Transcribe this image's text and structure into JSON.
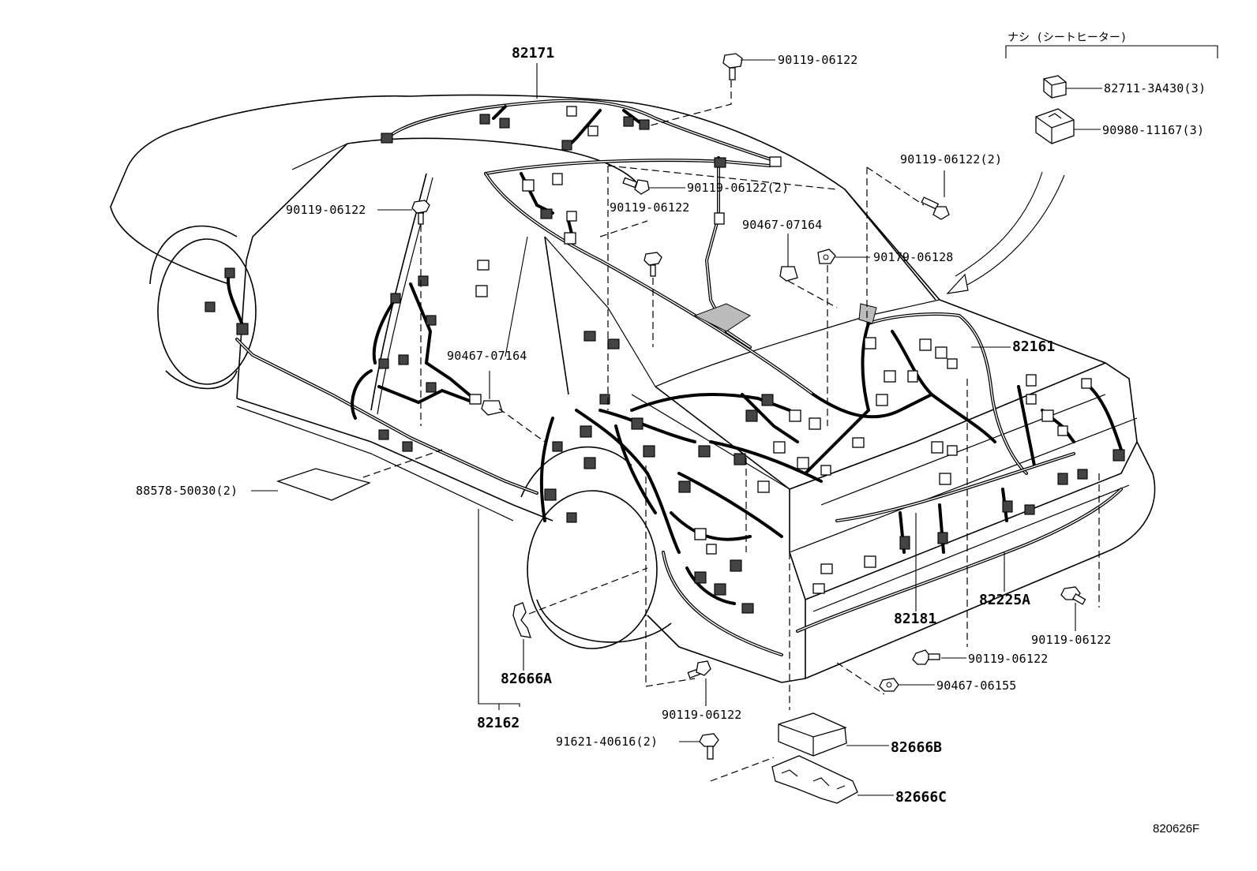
{
  "diagram": {
    "main_parts": {
      "p82171": "82171",
      "p82161": "82161",
      "p82162": "82162",
      "p82181": "82181",
      "p82225A": "82225A",
      "p82666A": "82666A",
      "p82666B": "82666B",
      "p82666C": "82666C"
    },
    "fasteners": {
      "top_bolt": "90119-06122",
      "roof_bolt_2": "90119-06122(2)",
      "pillar_bolt": "90119-06122",
      "center_bolt": "90119-06122",
      "right_bolt_2": "90119-06122(2)",
      "clip_upper": "90467-07164",
      "clip_lower": "90467-07164",
      "nut_right": "90179-06128",
      "bottom_center_bolt": "90119-06122",
      "rear_bolt_mid": "90119-06122",
      "rear_bolt_right": "90119-06122",
      "rear_nut": "90467-06155",
      "bottom_bolt_2": "91621-40616(2)",
      "pad_left": "88578-50030(2)"
    },
    "option_box": {
      "header": "ナシ (シートヒーター)",
      "item1": "82711-3A430(3)",
      "item2": "90980-11167(3)"
    },
    "figure_code": "820626F"
  }
}
